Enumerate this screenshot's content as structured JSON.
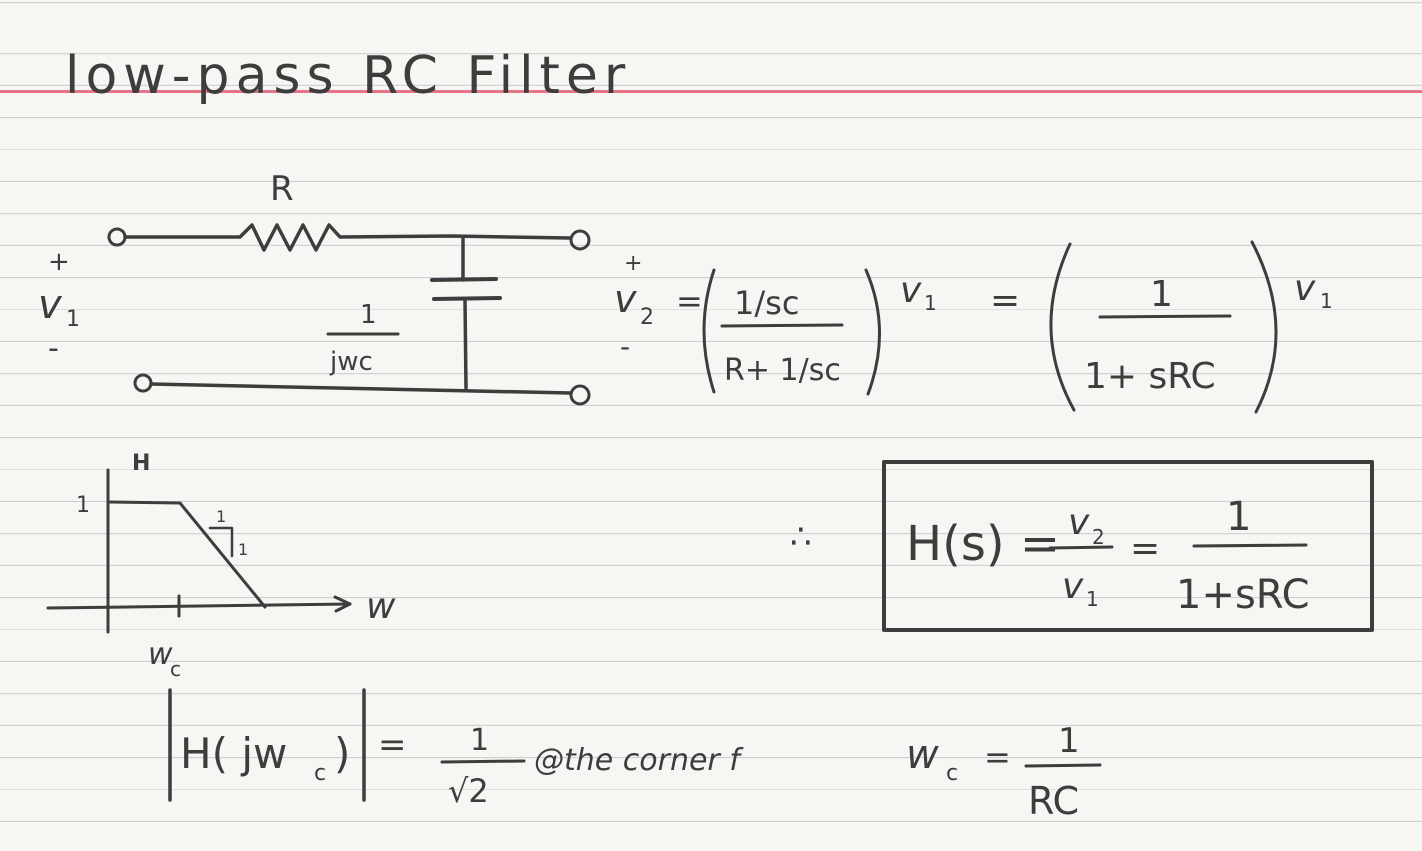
{
  "title": {
    "text": "low-pass  RC  Filter"
  },
  "circuit": {
    "resistor_label": "R",
    "impedance_num": "1",
    "impedance_den": "jwc",
    "v1_plus": "+",
    "v1": "v",
    "v1_sub": "1",
    "v1_minus": "-"
  },
  "equation1": {
    "v2_plus": "+",
    "v2": "v",
    "v2_sub": "2",
    "v2_minus": "-",
    "eq": "=",
    "num": "1/sc",
    "den": "R+ 1/sc",
    "v1": "v",
    "v1_sub": "1",
    "eq2": "=",
    "num2": "1",
    "den2": "1+ sRC",
    "v1b": "v",
    "v1b_sub": "1"
  },
  "graph": {
    "y_label": "H",
    "y_tick": "1",
    "x_label": "w",
    "x_tick": "w",
    "x_tick_sub": "c",
    "slope_top": "1",
    "slope_side": "1"
  },
  "result": {
    "therefore": "∴",
    "lhs": "H(s) =",
    "frac_num": "v",
    "frac_num_sub": "2",
    "frac_den": "v",
    "frac_den_sub": "1",
    "eq": "=",
    "rhs_num": "1",
    "rhs_den": "1+sRC"
  },
  "magnitude": {
    "lhs": "H( jw",
    "lhs_sub": "c",
    "lhs_close": ")",
    "eq": "=",
    "num": "1",
    "den": "√2",
    "note": "@the corner f"
  },
  "cutoff": {
    "lhs": "w",
    "lhs_sub": "c",
    "eq": "=",
    "num": "1",
    "den": "RC"
  }
}
